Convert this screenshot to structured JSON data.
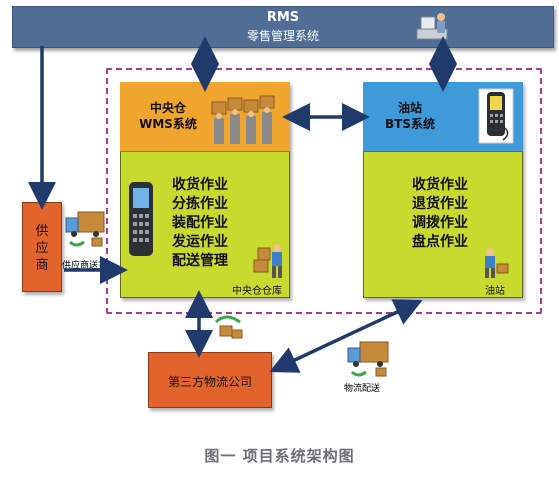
{
  "rms": {
    "title": "RMS",
    "subtitle": "零售管理系统",
    "icon": "user-at-computer-icon"
  },
  "wms": {
    "header": [
      "中央仓",
      "WMS系统"
    ],
    "tasks": [
      "收货作业",
      "分拣作业",
      "装配作业",
      "发运作业",
      "配送管理"
    ],
    "footer": "中央仓仓库",
    "icons": [
      "warehouse-workers-icon",
      "handheld-scanner-icon",
      "warehouse-worker-icon"
    ]
  },
  "bts": {
    "header": [
      "油站",
      "BTS系统"
    ],
    "tasks": [
      "收货作业",
      "退货作业",
      "调拨作业",
      "盘点作业"
    ],
    "footer": "油站",
    "icons": [
      "handheld-terminal-icon",
      "station-worker-icon"
    ]
  },
  "supplier": {
    "label": [
      "供",
      "应",
      "商"
    ],
    "delivery_label": "供应商送货",
    "icon": "delivery-truck-icon"
  },
  "logistics": {
    "label": "第三方物流公司",
    "delivery_label": "物流配送",
    "icon": "delivery-truck-icon"
  },
  "caption": "图一 项目系统架构图",
  "colors": {
    "rms_bar": "#4f6d95",
    "wms_header": "#f0a52f",
    "bts_header": "#3f9ad9",
    "panel_body": "#c9da2f",
    "supplier_box": "#e2642c",
    "logistics_box": "#e2642c",
    "boundary_dash": "#a53c8e",
    "arrow": "#1f3a6b"
  }
}
